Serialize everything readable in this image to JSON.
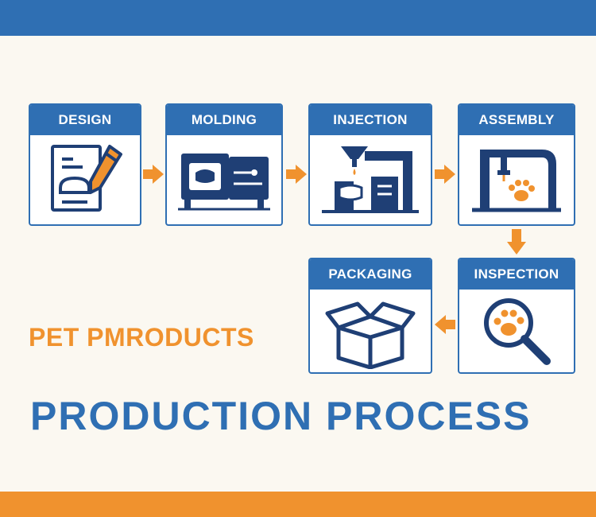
{
  "steps": [
    {
      "label": "DESIGN",
      "icon": "design-pencil-icon"
    },
    {
      "label": "MOLDING",
      "icon": "molding-machine-icon"
    },
    {
      "label": "INJECTION",
      "icon": "injection-machine-icon"
    },
    {
      "label": "ASSEMBLY",
      "icon": "assembly-machine-icon"
    },
    {
      "label": "INSPECTION",
      "icon": "magnifier-paw-icon"
    },
    {
      "label": "PACKAGING",
      "icon": "open-box-icon"
    }
  ],
  "subtitle": "PET PMRODUCTS",
  "title": "PRODUCTION PROCESS",
  "colors": {
    "blue": "#2f6fb3",
    "navy": "#1f3f75",
    "orange": "#f0922e",
    "background": "#fbf8f1"
  }
}
